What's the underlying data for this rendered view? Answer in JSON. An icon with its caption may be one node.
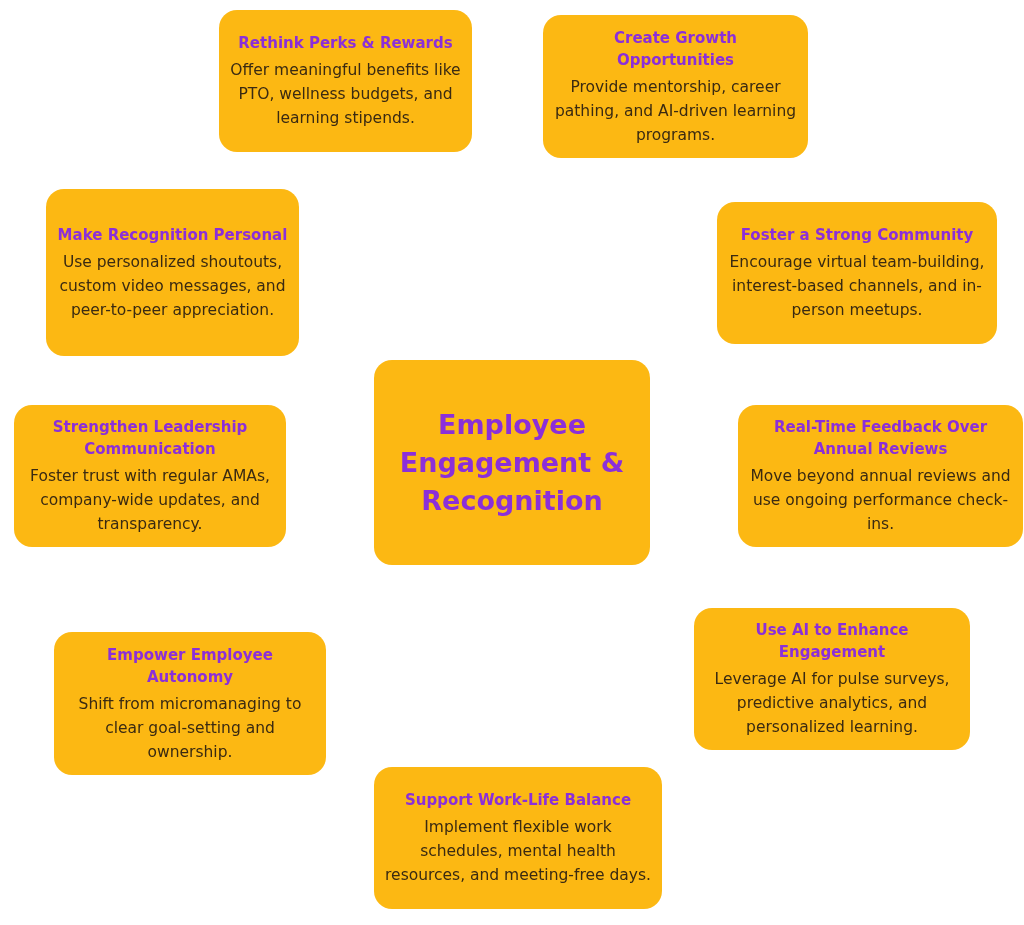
{
  "diagram": {
    "nodes": [
      {
        "text": [
          "Rethink Perks & Rewards",
          "Offer meaningful benefits like PTO, wellness budgets, and learning stipends."
        ]
      },
      {
        "text": [
          "Create Growth Opportunities",
          "Provide mentorship, career pathing, and AI-driven learning programs."
        ]
      },
      {
        "text": [
          "Make Recognition Personal",
          "Use personalized shoutouts, custom video messages, and peer-to-peer appreciation."
        ]
      },
      {
        "text": [
          "Foster a Strong Community",
          "Encourage virtual team-building, interest-based channels, and in-person meetups."
        ]
      },
      {
        "text": [
          "Employee Engagement & Recognition"
        ]
      },
      {
        "text": [
          "Strengthen Leadership Communication",
          "Foster trust with regular AMAs, company-wide updates, and transparency."
        ]
      },
      {
        "text": [
          "Real-Time Feedback Over Annual Reviews",
          "Move beyond annual reviews and use ongoing performance check-ins."
        ]
      },
      {
        "text": [
          "Use AI to Enhance Engagement",
          "Leverage AI for pulse surveys, predictive analytics, and personalized learning."
        ]
      },
      {
        "text": [
          "Empower Employee Autonomy",
          "Shift from micromanaging to clear goal-setting and ownership."
        ]
      },
      {
        "text": [
          "Support Work-Life Balance",
          "Implement flexible work schedules, mental health resources, and meeting-free days."
        ]
      }
    ],
    "edges": []
  }
}
